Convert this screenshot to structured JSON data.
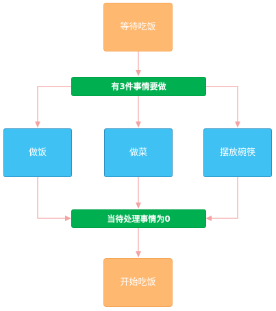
{
  "nodes": {
    "wait_eat": "等待吃饭",
    "three_tasks": "有3件事情要做",
    "cook_rice": "做饭",
    "cook_dish": "做菜",
    "set_table": "摆放碗筷",
    "pending_zero": "当待处理事情为0",
    "start_eat": "开始吃饭"
  },
  "colors": {
    "start_end_fill": "#ffb870",
    "task_fill": "#3fc1f3",
    "condition_fill": "#00b050",
    "connector": "#f4a3a3"
  }
}
